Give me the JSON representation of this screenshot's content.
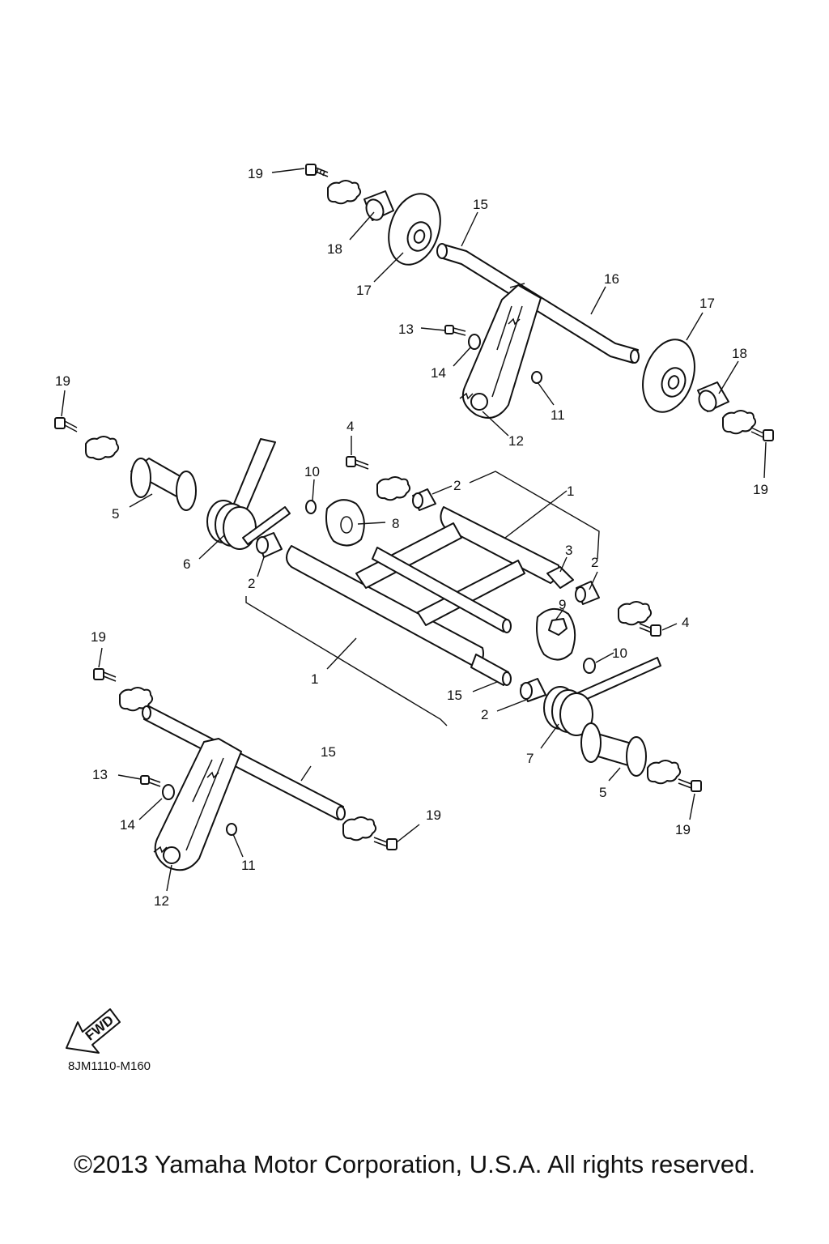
{
  "diagram": {
    "callouts": {
      "c19a": "19",
      "c18a": "18",
      "c17a": "17",
      "c15a": "15",
      "c16": "16",
      "c17b": "17",
      "c13a": "13",
      "c14a": "14",
      "c18b": "18",
      "c11a": "11",
      "c12a": "12",
      "c19b": "19",
      "c19c": "19",
      "c4a": "4",
      "c10a": "10",
      "c2a": "2",
      "c1a": "1",
      "c5a": "5",
      "c8": "8",
      "c6": "6",
      "c3": "3",
      "c2b": "2",
      "c2c": "2",
      "c9": "9",
      "c4b": "4",
      "c10b": "10",
      "c19d": "19",
      "c1b": "1",
      "c15b": "15",
      "c2d": "2",
      "c15c": "15",
      "c13b": "13",
      "c14b": "14",
      "c7": "7",
      "c5b": "5",
      "c19e": "19",
      "c19f": "19",
      "c11b": "11",
      "c12b": "12"
    },
    "fwd_label": "FWD",
    "diagram_code": "8JM1110-M160"
  },
  "footer": {
    "copyright": "©2013 Yamaha Motor Corporation, U.S.A. All rights reserved."
  }
}
